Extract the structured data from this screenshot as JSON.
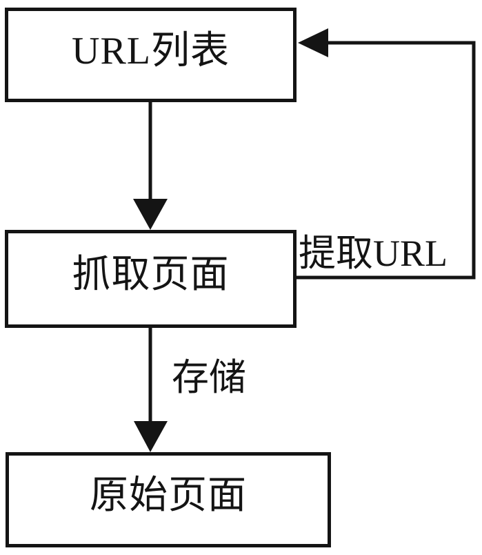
{
  "diagram": {
    "title": "web-crawler-flow",
    "colors": {
      "line": "#141414",
      "background": "#ffffff"
    },
    "nodes": [
      {
        "id": "url-list",
        "label": "URL列表"
      },
      {
        "id": "crawl-page",
        "label": "抓取页面"
      },
      {
        "id": "original-page",
        "label": "原始页面"
      }
    ],
    "edges": [
      {
        "from": "url-list",
        "to": "crawl-page",
        "label": ""
      },
      {
        "from": "crawl-page",
        "to": "original-page",
        "label": "存储"
      },
      {
        "from": "crawl-page",
        "to": "url-list",
        "label": "提取URL"
      }
    ]
  }
}
